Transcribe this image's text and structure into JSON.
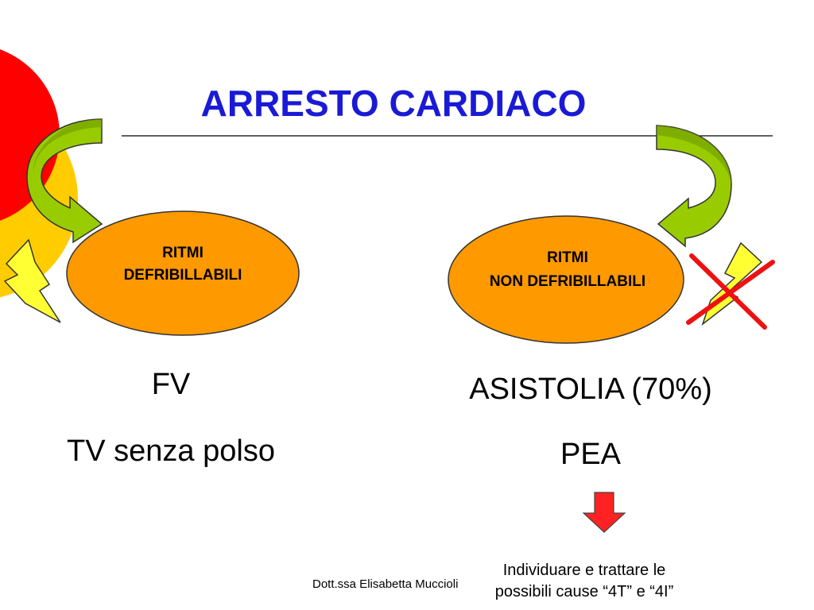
{
  "slide": {
    "title": "ARRESTO CARDIACO",
    "left": {
      "oval_line1": "RITMI",
      "oval_line2": "DEFRIBILLABILI",
      "item1": "FV",
      "item2": "TV senza polso"
    },
    "right": {
      "oval_line1": "RITMI",
      "oval_line2": "NON DEFRIBILLABILI",
      "item1": "ASISTOLIA (70%)",
      "item2": "PEA",
      "note_line1": "Individuare e trattare le",
      "note_line2": "possibili cause “4T” e “4I”"
    },
    "footer": "Dott.ssa Elisabetta Muccioli"
  },
  "colors": {
    "title": "#1a1ad6",
    "oval": "#ff9900",
    "deco_red": "#ff0000",
    "deco_yellow": "#ffcc00",
    "arrow_green": "#99cc00",
    "bolt_yellow": "#ffff33",
    "cross_red": "#ee1111",
    "down_arrow_red": "#ff2222"
  }
}
